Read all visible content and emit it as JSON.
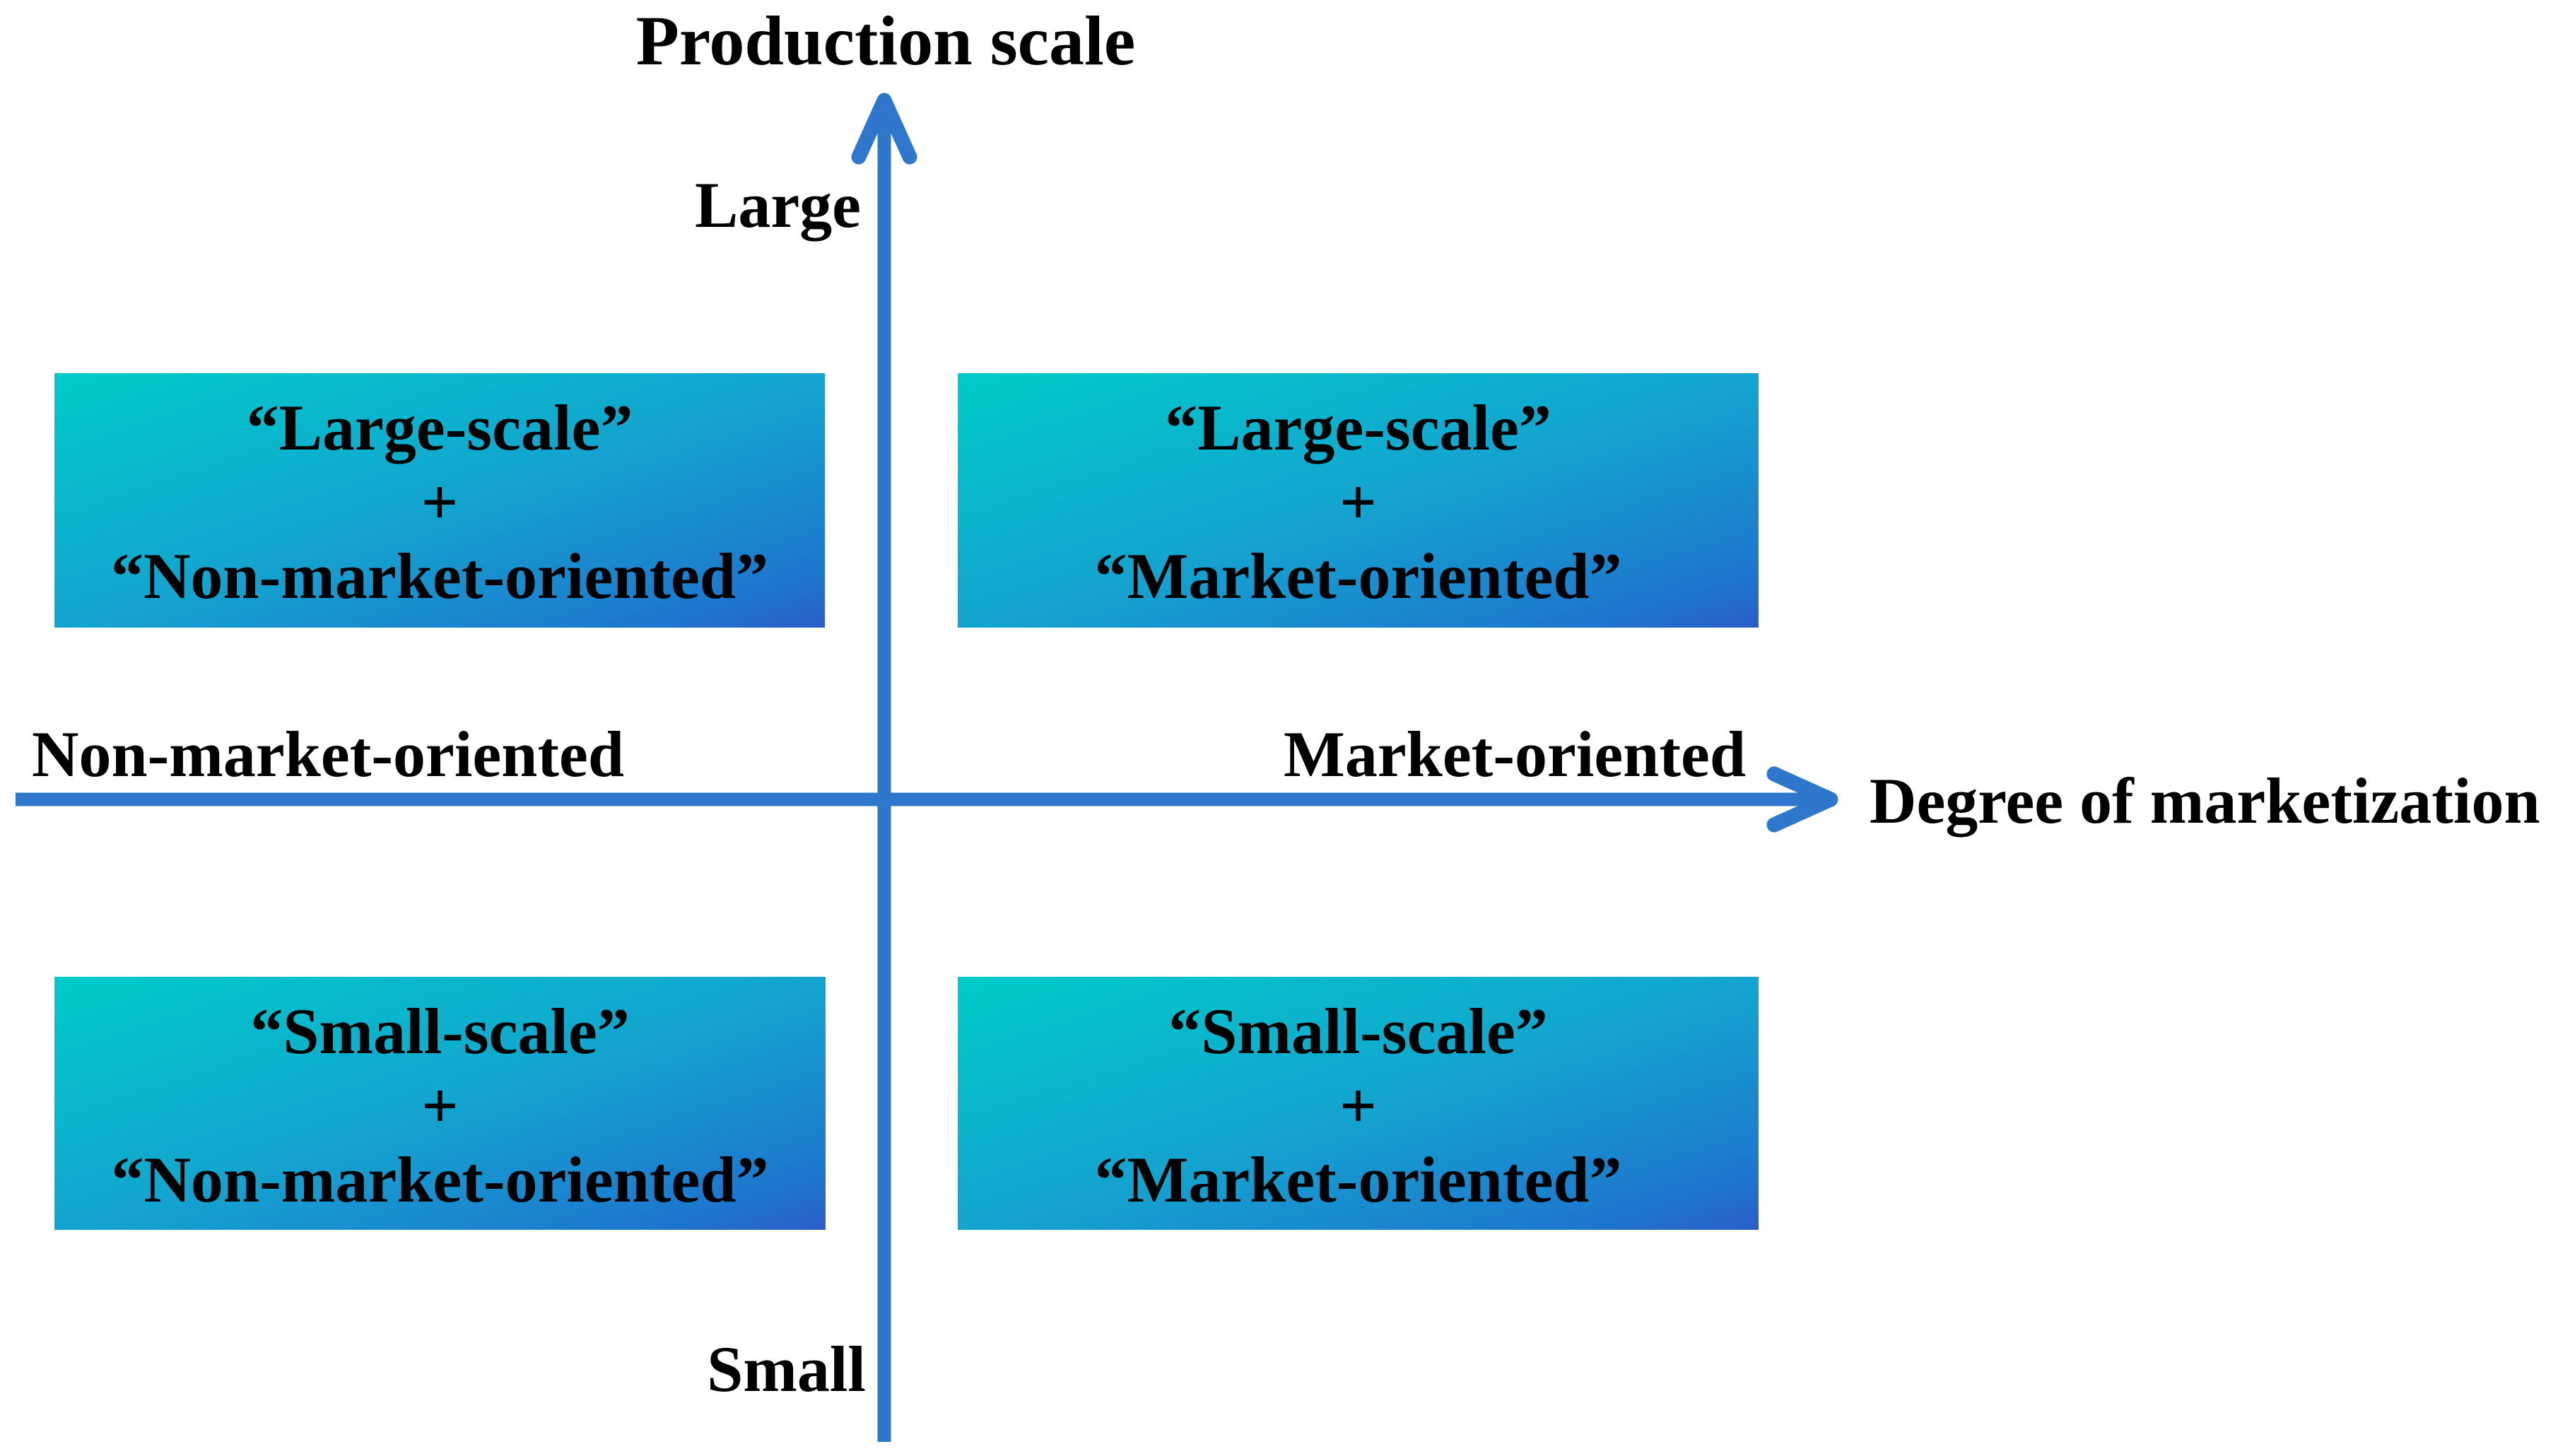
{
  "figure": {
    "y_axis": {
      "title": "Production scale",
      "high_label": "Large",
      "low_label": "Small"
    },
    "x_axis": {
      "title": "Degree of marketization",
      "low_label": "Non-market-oriented",
      "high_label": "Market-oriented"
    },
    "quadrants": [
      {
        "position": "top-left",
        "line1": "“Large-scale”",
        "operator": "+",
        "line2": "“Non-market-oriented”"
      },
      {
        "position": "top-right",
        "line1": "“Large-scale”",
        "operator": "+",
        "line2": "“Market-oriented”"
      },
      {
        "position": "bottom-left",
        "line1": "“Small-scale”",
        "operator": "+",
        "line2": "“Non-market-oriented”"
      },
      {
        "position": "bottom-right",
        "line1": "“Small-scale”",
        "operator": "+",
        "line2": "“Market-oriented”"
      }
    ]
  },
  "colors": {
    "axis-blue": "#2E77CD",
    "box-grad-start": "#00CBC9",
    "box-grad-mid": "#14A3CF",
    "box-grad-end": "#1D77CE",
    "box-grad-corner": "#2B5EC8",
    "text-black": "#000000"
  }
}
